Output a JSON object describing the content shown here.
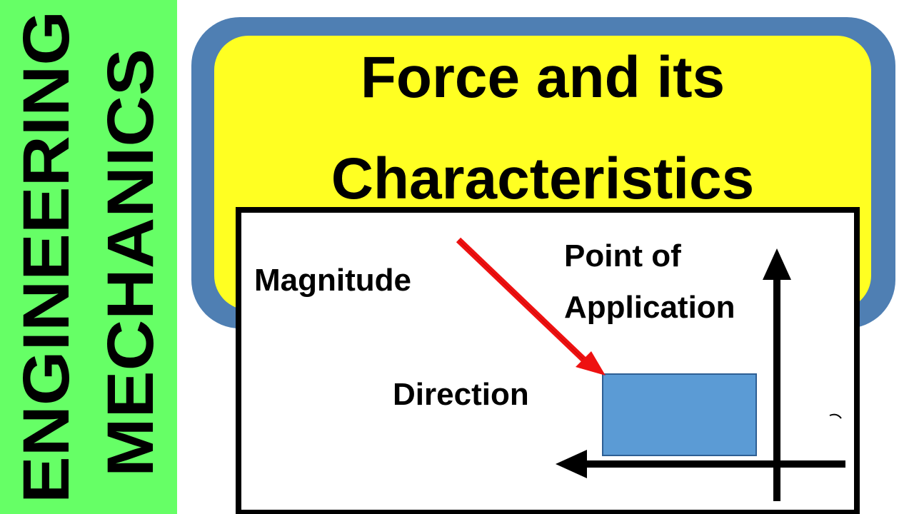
{
  "sidebar": {
    "line1": "ENGINEERING",
    "line2": "MECHANICS",
    "background_color": "#66ff66"
  },
  "title": {
    "line1": "Force and its",
    "line2": "Characteristics",
    "box_color": "#ffff22",
    "frame_color": "#4f7fb3"
  },
  "diagram": {
    "labels": {
      "magnitude": "Magnitude",
      "point_of": "Point of",
      "application": "Application",
      "direction": "Direction"
    },
    "colors": {
      "force_arrow": "#ee1111",
      "block": "#5b9bd5",
      "axes": "#000000"
    }
  }
}
